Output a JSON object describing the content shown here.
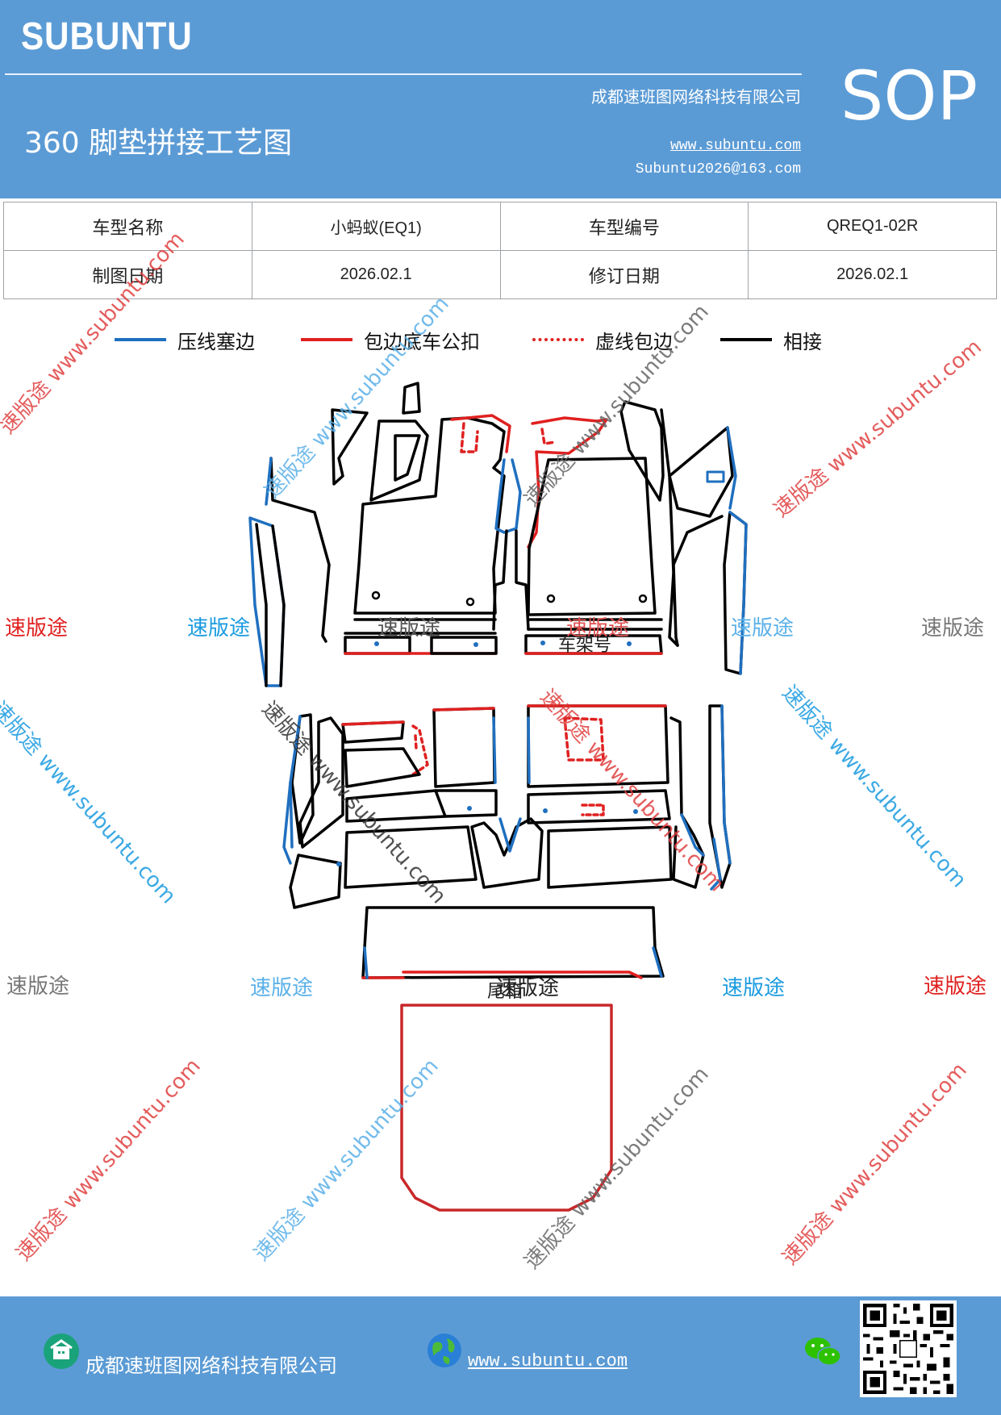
{
  "header": {
    "brand": "SUBUNTU",
    "company": "成都速班图网络科技有限公司",
    "title": "360 脚垫拼接工艺图",
    "url": "www.subuntu.com",
    "email": "Subuntu2026@163.com",
    "badge": "SOP"
  },
  "info": {
    "model_name_label": "车型名称",
    "model_name_value": "小蚂蚁(EQ1)",
    "model_code_label": "车型编号",
    "model_code_value": "QREQ1-02R",
    "draw_date_label": "制图日期",
    "draw_date_value": "2026.02.1",
    "revise_date_label": "修订日期",
    "revise_date_value": "2026.02.1"
  },
  "legend": [
    {
      "label": "压线塞边",
      "color": "#1f6fbf",
      "style": "solid"
    },
    {
      "label": "包边底车公扣",
      "color": "#e02020",
      "style": "solid"
    },
    {
      "label": "虚线包边",
      "color": "#e02020",
      "style": "dashed"
    },
    {
      "label": "相接",
      "color": "#000000",
      "style": "solid"
    }
  ],
  "diagram": {
    "frame_label": "车架号",
    "trunk_label": "尾箱"
  },
  "watermarks": {
    "brand_cn": "速版途",
    "url": "速版途 www.subuntu.com"
  },
  "footer": {
    "company": "成都速班图网络科技有限公司",
    "url": "www.subuntu.com"
  },
  "colors": {
    "header_bg": "#5b9bd5",
    "blue": "#1f6fbf",
    "red": "#e02020",
    "black": "#000000"
  }
}
